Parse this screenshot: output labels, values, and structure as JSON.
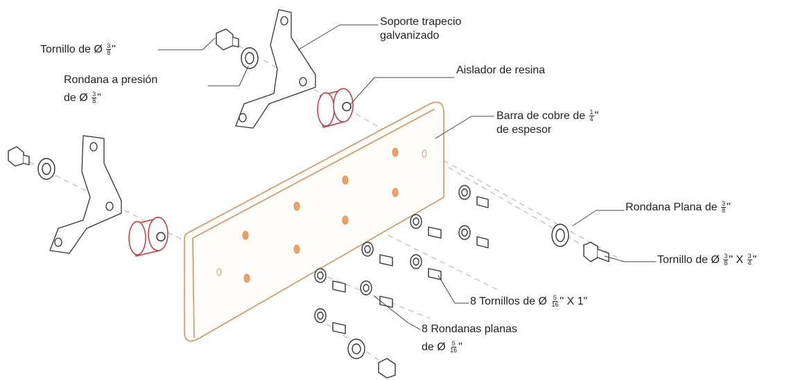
{
  "labels": {
    "tornillo_top": {
      "pre": "Tornillo de  Ø ",
      "num": "3",
      "den": "8",
      "post": "\""
    },
    "rondana_presion": {
      "line1": "Rondana a presión",
      "pre": "de Ø ",
      "num": "3",
      "den": "8",
      "post": "\""
    },
    "soporte": {
      "line1": "Soporte trapecio",
      "line2": "galvanizado"
    },
    "aislador": {
      "text": "Aislador de resina"
    },
    "barra": {
      "pre": "Barra de cobre de ",
      "num": "1",
      "den": "4",
      "post": "\"",
      "line2": "de espesor"
    },
    "rondana_plana": {
      "pre": "Rondana Plana  de ",
      "num": "3",
      "den": "8",
      "post": "\""
    },
    "tornillo_right": {
      "pre": "Tornillo de  Ø ",
      "num": "3",
      "den": "8",
      "mid": "\" X ",
      "num2": "3",
      "den2": "4",
      "post": "\""
    },
    "tornillos8": {
      "pre": "8 Tornillos de  Ø ",
      "num": "5",
      "den": "16",
      "post": "\" X 1\""
    },
    "rondanas8": {
      "line1": "8 Rondanas planas",
      "pre": "de  Ø ",
      "num": "5",
      "den": "16",
      "post": "\""
    }
  },
  "colors": {
    "line": "#333333",
    "copper": "#e0a070",
    "hole": "#f0a060",
    "insulator": "#d6323a",
    "leader": "#444444"
  }
}
